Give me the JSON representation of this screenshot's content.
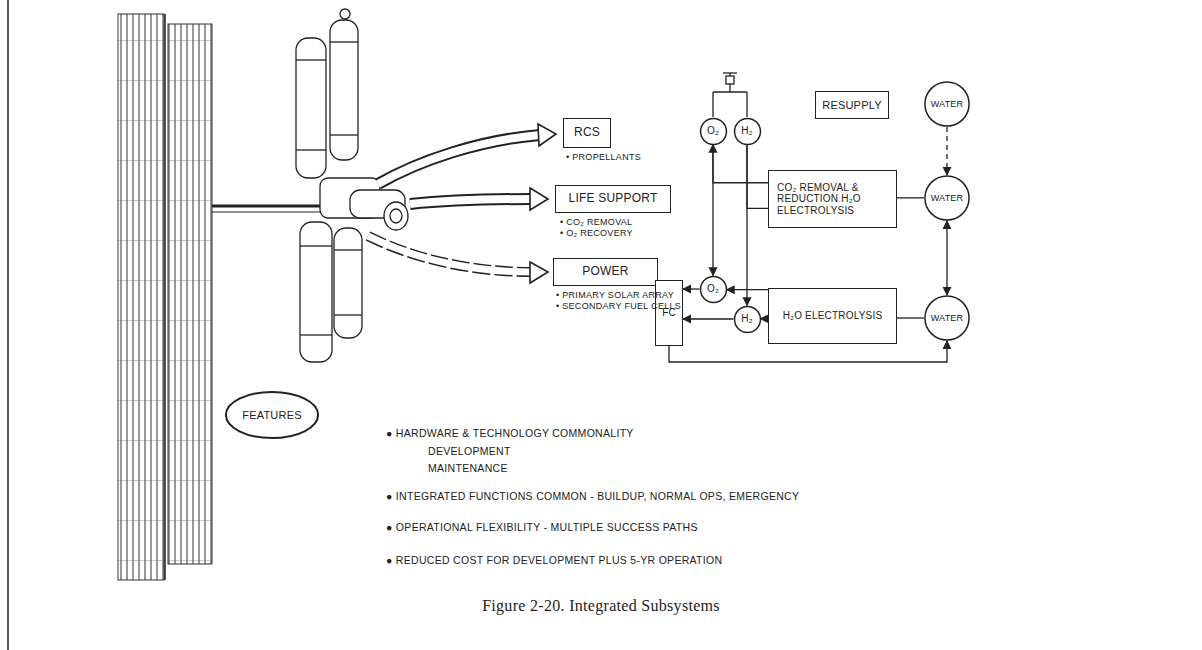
{
  "diagram": {
    "caption": "Figure 2-20. Integrated Subsystems",
    "nodes": [
      {
        "text": [
          "RCS"
        ]
      },
      {
        "text": [
          "LIFE SUPPORT"
        ]
      },
      {
        "text": [
          "POWER"
        ]
      },
      {
        "text": [
          "RESUPPLY"
        ]
      },
      {
        "text": [
          "O₂"
        ]
      },
      {
        "text": [
          "H₂"
        ]
      },
      {
        "text": [
          "WATER"
        ]
      },
      {
        "text": [
          "CO₂ REMOVAL & REDUCTION H₂O ELECTROLYSIS"
        ]
      },
      {
        "text": [
          "WATER"
        ]
      },
      {
        "text": [
          "FC"
        ]
      },
      {
        "text": [
          "O₂"
        ]
      },
      {
        "text": [
          "H₂"
        ]
      },
      {
        "text": [
          "H₂O ELECTROLYSIS"
        ]
      },
      {
        "text": [
          "WATER"
        ]
      },
      {
        "text": [
          "FEATURES"
        ]
      }
    ],
    "edges": [
      {
        "from": 6,
        "to": 8,
        "arrow": "to"
      },
      {
        "from": 4,
        "to": 10,
        "arrow": "both"
      },
      {
        "from": 5,
        "to": 11,
        "arrow": "to"
      },
      {
        "from": 7,
        "to": 4,
        "arrow": "none"
      },
      {
        "from": 7,
        "to": 5,
        "arrow": "none"
      },
      {
        "from": 7,
        "to": 8,
        "arrow": "none"
      },
      {
        "from": 8,
        "to": 13,
        "arrow": "both"
      },
      {
        "from": 13,
        "to": 12,
        "arrow": "none"
      },
      {
        "from": 12,
        "to": 11,
        "arrow": "to"
      },
      {
        "from": 12,
        "to": 10,
        "arrow": "to"
      },
      {
        "from": 10,
        "to": 9,
        "arrow": "to"
      },
      {
        "from": 11,
        "to": 9,
        "arrow": "to"
      },
      {
        "from": 9,
        "to": 13,
        "arrow": "to"
      }
    ],
    "labels": [
      "• PROPELLANTS",
      "• CO₂ REMOVAL",
      "• O₂ RECOVERY",
      "• PRIMARY SOLAR ARRAY",
      "• SECONDARY FUEL CELLS",
      "● HARDWARE & TECHNOLOGY COMMONALITY",
      "DEVELOPMENT",
      "MAINTENANCE",
      "● INTEGRATED FUNCTIONS COMMON - BUILDUP, NORMAL OPS, EMERGENCY",
      "● OPERATIONAL FLEXIBILITY - MULTIPLE SUCCESS PATHS",
      "● REDUCED COST FOR DEVELOPMENT PLUS 5-YR OPERATION"
    ]
  }
}
